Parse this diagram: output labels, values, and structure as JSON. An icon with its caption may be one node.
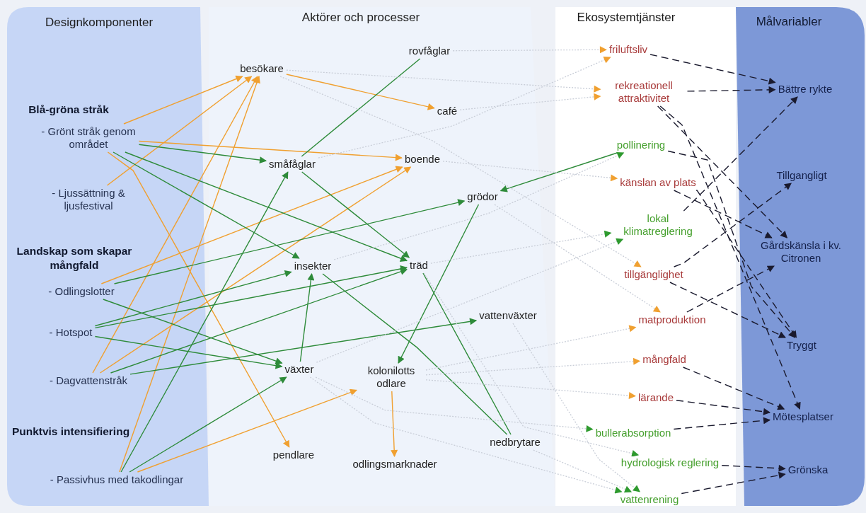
{
  "diagram": {
    "nodes": [
      {
        "text": [
          "Designkomponenter"
        ]
      },
      {
        "text": [
          "- Grönt stråk genom området"
        ],
        "in": 0
      },
      {
        "text": [
          "- Ljussättning & ljusfestival"
        ],
        "in": 0
      },
      {
        "text": [
          "- Odlingslotter"
        ],
        "in": 0
      },
      {
        "text": [
          "- Hotspot"
        ],
        "in": 0
      },
      {
        "text": [
          "- Dagvattenstråk"
        ],
        "in": 0
      },
      {
        "text": [
          "- Passivhus med takodlingar"
        ],
        "in": 0
      },
      {
        "text": [
          "Aktörer och processer"
        ]
      },
      {
        "text": [
          "besökare"
        ],
        "in": 7
      },
      {
        "text": [
          "rovfåglar"
        ],
        "in": 7
      },
      {
        "text": [
          "café"
        ],
        "in": 7
      },
      {
        "text": [
          "småfåglar"
        ],
        "in": 7
      },
      {
        "text": [
          "boende"
        ],
        "in": 7
      },
      {
        "text": [
          "grödor"
        ],
        "in": 7
      },
      {
        "text": [
          "insekter"
        ],
        "in": 7
      },
      {
        "text": [
          "träd"
        ],
        "in": 7
      },
      {
        "text": [
          "vattenväxter"
        ],
        "in": 7
      },
      {
        "text": [
          "växter"
        ],
        "in": 7
      },
      {
        "text": [
          "kolonilotts odlare"
        ],
        "in": 7
      },
      {
        "text": [
          "pendlare"
        ],
        "in": 7
      },
      {
        "text": [
          "odlingsmarknader"
        ],
        "in": 7
      },
      {
        "text": [
          "nedbrytare"
        ],
        "in": 7
      },
      {
        "text": [
          "Ekosystemtjänster"
        ]
      },
      {
        "text": [
          "friluftsliv"
        ],
        "in": 22
      },
      {
        "text": [
          "rekreationell attraktivitet"
        ],
        "in": 22
      },
      {
        "text": [
          "pollinering"
        ],
        "in": 22
      },
      {
        "text": [
          "känslan av plats"
        ],
        "in": 22
      },
      {
        "text": [
          "lokal klimatreglering"
        ],
        "in": 22
      },
      {
        "text": [
          "tillgänglighet"
        ],
        "in": 22
      },
      {
        "text": [
          "matproduktion"
        ],
        "in": 22
      },
      {
        "text": [
          "mångfald"
        ],
        "in": 22
      },
      {
        "text": [
          "lärande"
        ],
        "in": 22
      },
      {
        "text": [
          "bullerabsorption"
        ],
        "in": 22
      },
      {
        "text": [
          "hydrologisk reglering"
        ],
        "in": 22
      },
      {
        "text": [
          "vattenrening"
        ],
        "in": 22
      },
      {
        "text": [
          "Målvariabler"
        ]
      },
      {
        "text": [
          "Bättre rykte"
        ],
        "in": 35
      },
      {
        "text": [
          "Tillgangligt"
        ],
        "in": 35
      },
      {
        "text": [
          "Gårdskänsla i kv. Citronen"
        ],
        "in": 35
      },
      {
        "text": [
          "Tryggt"
        ],
        "in": 35
      },
      {
        "text": [
          "Mötesplatser"
        ],
        "in": 35
      },
      {
        "text": [
          "Grönska"
        ],
        "in": 35
      }
    ],
    "edges": [
      {
        "from": 1,
        "to": 8,
        "arrow": "to",
        "color": "#f0a030"
      },
      {
        "from": 2,
        "to": 8,
        "arrow": "to",
        "color": "#f0a030"
      },
      {
        "from": 5,
        "to": 8,
        "arrow": "to",
        "color": "#f0a030"
      },
      {
        "from": 6,
        "to": 8,
        "arrow": "to",
        "color": "#f0a030"
      },
      {
        "from": 1,
        "to": 12,
        "arrow": "to",
        "color": "#f0a030"
      },
      {
        "from": 3,
        "to": 12,
        "arrow": "to",
        "color": "#f0a030"
      },
      {
        "from": 5,
        "to": 12,
        "arrow": "to",
        "color": "#f0a030"
      },
      {
        "from": 1,
        "to": 19,
        "arrow": "to",
        "color": "#f0a030"
      },
      {
        "from": 6,
        "to": 18,
        "arrow": "to",
        "color": "#f0a030"
      },
      {
        "from": 8,
        "to": 10,
        "arrow": "to",
        "color": "#f0a030"
      },
      {
        "from": 18,
        "to": 20,
        "arrow": "to",
        "color": "#f0a030"
      },
      {
        "from": 1,
        "to": 11,
        "arrow": "to"
      },
      {
        "from": 1,
        "to": 14,
        "arrow": "to"
      },
      {
        "from": 1,
        "to": 15,
        "arrow": "to"
      },
      {
        "from": 9,
        "to": 11,
        "arrow": "none"
      },
      {
        "from": 6,
        "to": 11,
        "arrow": "to"
      },
      {
        "from": 6,
        "to": 17,
        "arrow": "to"
      },
      {
        "from": 3,
        "to": 17,
        "arrow": "to"
      },
      {
        "from": 4,
        "to": 14,
        "arrow": "to"
      },
      {
        "from": 4,
        "to": 15,
        "arrow": "to"
      },
      {
        "from": 4,
        "to": 17,
        "arrow": "to"
      },
      {
        "from": 3,
        "to": 13,
        "arrow": "to"
      },
      {
        "from": 5,
        "to": 15,
        "arrow": "to"
      },
      {
        "from": 5,
        "to": 16,
        "arrow": "to"
      },
      {
        "from": 17,
        "to": 14,
        "arrow": "to"
      },
      {
        "from": 11,
        "to": 15,
        "arrow": "to"
      },
      {
        "from": 13,
        "to": 18,
        "arrow": "to"
      },
      {
        "from": 25,
        "to": 13,
        "arrow": "to"
      },
      {
        "from": 14,
        "to": 21,
        "arrow": "none"
      },
      {
        "from": 15,
        "to": 21,
        "arrow": "none"
      },
      {
        "from": 9,
        "to": 23,
        "arrow": "to",
        "style": "dashed",
        "color": "#c9ced8"
      },
      {
        "from": 11,
        "to": 23,
        "arrow": "to",
        "style": "dashed",
        "color": "#c9ced8"
      },
      {
        "from": 10,
        "to": 24,
        "arrow": "to",
        "style": "dashed",
        "color": "#c9ced8"
      },
      {
        "from": 8,
        "to": 24,
        "arrow": "to",
        "style": "dashed",
        "color": "#c9ced8"
      },
      {
        "from": 12,
        "to": 26,
        "arrow": "to",
        "style": "dashed",
        "color": "#c9ced8"
      },
      {
        "from": 14,
        "to": 25,
        "arrow": "to",
        "style": "dashed",
        "color": "#c9ced8"
      },
      {
        "from": 15,
        "to": 27,
        "arrow": "to",
        "style": "dashed",
        "color": "#c9ced8"
      },
      {
        "from": 17,
        "to": 27,
        "arrow": "to",
        "style": "dashed",
        "color": "#c9ced8"
      },
      {
        "from": 18,
        "to": 29,
        "arrow": "to",
        "style": "dashed",
        "color": "#c9ced8"
      },
      {
        "from": 13,
        "to": 29,
        "arrow": "to",
        "style": "dashed",
        "color": "#c9ced8"
      },
      {
        "from": 8,
        "to": 28,
        "arrow": "to",
        "style": "dashed",
        "color": "#c9ced8"
      },
      {
        "from": 18,
        "to": 30,
        "arrow": "to",
        "style": "dashed",
        "color": "#c9ced8"
      },
      {
        "from": 18,
        "to": 31,
        "arrow": "to",
        "style": "dashed",
        "color": "#c9ced8"
      },
      {
        "from": 17,
        "to": 32,
        "arrow": "to",
        "style": "dashed",
        "color": "#c9ced8"
      },
      {
        "from": 15,
        "to": 33,
        "arrow": "to",
        "style": "dashed",
        "color": "#c9ced8"
      },
      {
        "from": 16,
        "to": 34,
        "arrow": "to",
        "style": "dashed",
        "color": "#c9ced8"
      },
      {
        "from": 21,
        "to": 34,
        "arrow": "to",
        "style": "dashed",
        "color": "#c9ced8"
      },
      {
        "from": 17,
        "to": 34,
        "arrow": "to",
        "style": "dashed",
        "color": "#c9ced8"
      },
      {
        "from": 23,
        "to": 36,
        "arrow": "to",
        "style": "dashed",
        "color": "#1a1a2e"
      },
      {
        "from": 24,
        "to": 36,
        "arrow": "to",
        "style": "dashed",
        "color": "#1a1a2e"
      },
      {
        "from": 27,
        "to": 36,
        "arrow": "to",
        "style": "dashed",
        "color": "#1a1a2e"
      },
      {
        "from": 28,
        "to": 37,
        "arrow": "to",
        "style": "dashed",
        "color": "#1a1a2e"
      },
      {
        "from": 24,
        "to": 38,
        "arrow": "to",
        "style": "dashed",
        "color": "#1a1a2e"
      },
      {
        "from": 24,
        "to": 40,
        "arrow": "to",
        "style": "dashed",
        "color": "#1a1a2e"
      },
      {
        "from": 26,
        "to": 38,
        "arrow": "to",
        "style": "dashed",
        "color": "#1a1a2e"
      },
      {
        "from": 26,
        "to": 39,
        "arrow": "to",
        "style": "dashed",
        "color": "#1a1a2e"
      },
      {
        "from": 28,
        "to": 39,
        "arrow": "to",
        "style": "dashed",
        "color": "#1a1a2e"
      },
      {
        "from": 29,
        "to": 38,
        "arrow": "to",
        "style": "dashed",
        "color": "#1a1a2e"
      },
      {
        "from": 30,
        "to": 40,
        "arrow": "to",
        "style": "dashed",
        "color": "#1a1a2e"
      },
      {
        "from": 31,
        "to": 40,
        "arrow": "to",
        "style": "dashed",
        "color": "#1a1a2e"
      },
      {
        "from": 32,
        "to": 40,
        "arrow": "to",
        "style": "dashed",
        "color": "#1a1a2e"
      },
      {
        "from": 33,
        "to": 41,
        "arrow": "to",
        "style": "dashed",
        "color": "#1a1a2e"
      },
      {
        "from": 34,
        "to": 41,
        "arrow": "to",
        "style": "dashed",
        "color": "#1a1a2e"
      },
      {
        "from": 25,
        "to": 39,
        "arrow": "to",
        "style": "dashed",
        "color": "#1a1a2e"
      }
    ],
    "labels": [
      "Blå-gröna stråk",
      "Landskap som skapar mångfald",
      "Punktvis intensifiering"
    ]
  }
}
